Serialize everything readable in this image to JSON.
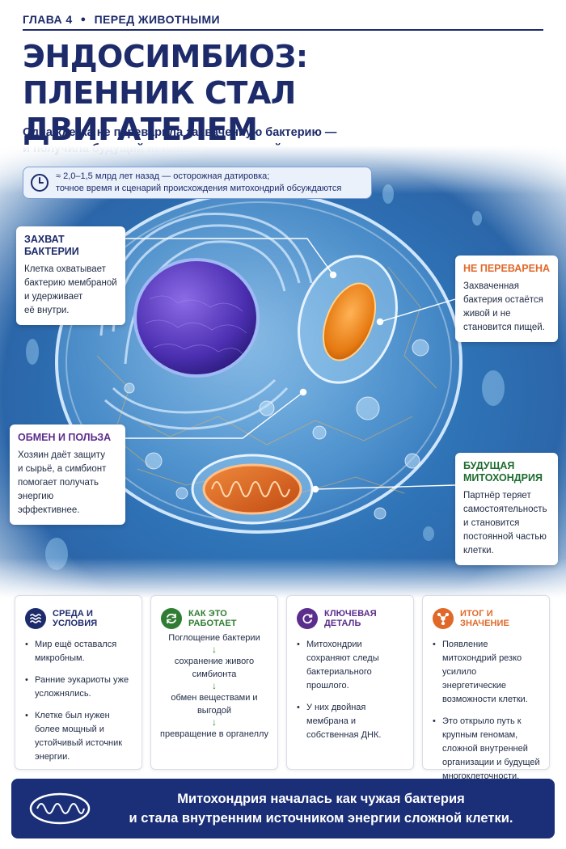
{
  "header": {
    "chapter": "ГЛАВА 4",
    "section": "ПЕРЕД ЖИВОТНЫМИ",
    "title_line1": "ЭНДОСИМБИОЗ:",
    "title_line2": "ПЛЕННИК СТАЛ ДВИГАТЕЛЕМ",
    "subtitle_line1": "Одна клетка не переварила захваченную бактерию —",
    "subtitle_line2": "и получила будущий источник управляемой энергии.",
    "dating_line1": "≈ 2,0–1,5 млрд лет назад — осторожная датировка;",
    "dating_line2": "точное время и сценарий происхождения митохондрий обсуждаются",
    "dating_icon": "clock-icon"
  },
  "callouts": {
    "capture": {
      "title": "ЗАХВАТ БАКТЕРИИ",
      "lines": [
        "Клетка охватывает",
        "бактерию мембраной",
        "и удерживает",
        "её внутри."
      ]
    },
    "undigested": {
      "title": "НЕ ПЕРЕВАРЕНА",
      "lines": [
        "Захваченная",
        "бактерия остаётся",
        "живой и не",
        "становится пищей."
      ]
    },
    "exchange": {
      "title": "ОБМЕН И ПОЛЬЗА",
      "lines": [
        "Хозяин даёт защиту",
        "и сырьё, а симбионт",
        "помогает получать",
        "энергию эффективнее."
      ]
    },
    "future": {
      "title_line1": "БУДУЩАЯ",
      "title_line2": "МИТОХОНДРИЯ",
      "lines": [
        "Партнёр теряет",
        "самостоятельность",
        "и становится",
        "постоянной частью",
        "клетки."
      ]
    }
  },
  "cards": [
    {
      "icon": "waves-icon",
      "title": "СРЕДА И УСЛОВИЯ",
      "color": "#1d2b6b",
      "items": [
        "Мир ещё оставался микробным.",
        "Ранние эукариоты уже усложнялись.",
        "Клетке был нужен более мощный и устойчивый источник энергии."
      ]
    },
    {
      "icon": "recycle-arrows-icon",
      "title": "КАК ЭТО РАБОТАЕТ",
      "color": "#2e7d32",
      "flow": [
        "Поглощение бактерии",
        "сохранение живого симбионта",
        "обмен веществами и выгодой",
        "превращение в органеллу"
      ]
    },
    {
      "icon": "refresh-icon",
      "title": "КЛЮЧЕВАЯ ДЕТАЛЬ",
      "color": "#5b2d8c",
      "items": [
        "Митохондрии сохраняют следы бактериального прошлого.",
        "У них двойная мембрана и собственная ДНК."
      ]
    },
    {
      "icon": "network-icon",
      "title": "ИТОГ И ЗНАЧЕНИЕ",
      "color": "#e0692a",
      "items": [
        "Появление митохондрий резко усилило энергетические возможности клетки.",
        "Это открыло путь к крупным геномам, сложной внутренней организации и будущей многоклеточности."
      ]
    }
  ],
  "footer": {
    "icon": "mitochondrion-icon",
    "line1": "Митохондрия началась как чужая бактерия",
    "line2": "и стала внутренним источником энергии сложной клетки."
  },
  "colors": {
    "navy": "#1d2b6b",
    "orange": "#e0692a",
    "purple": "#5b2d8c",
    "green": "#2e7d32",
    "footer_bg": "#1b2f78"
  }
}
